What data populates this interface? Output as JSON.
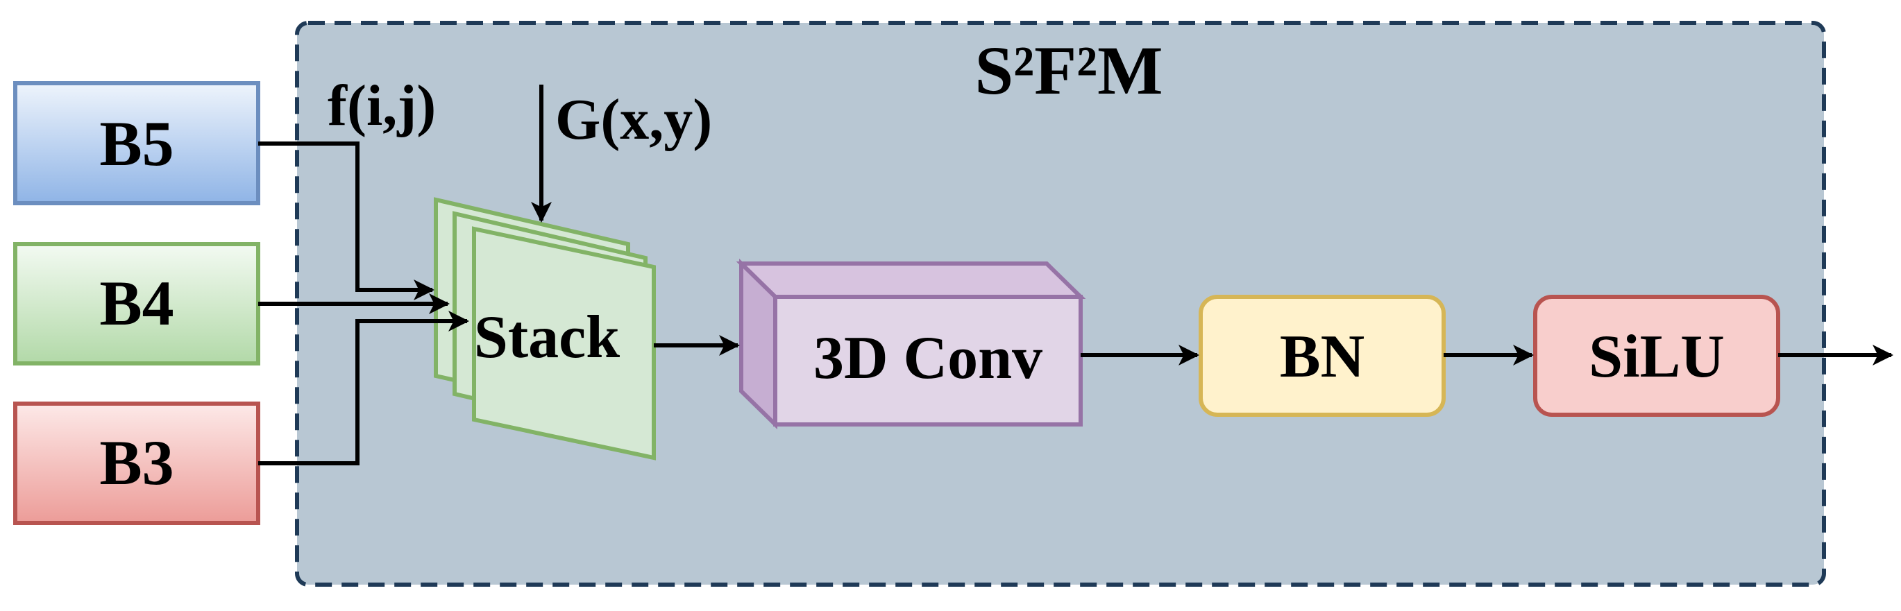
{
  "module": {
    "title": "S²F²M"
  },
  "inputs": [
    {
      "label": "B5"
    },
    {
      "label": "B4"
    },
    {
      "label": "B3"
    }
  ],
  "annotations": {
    "f": "f(i,j)",
    "g": "G(x,y)"
  },
  "blocks": {
    "stack": "Stack",
    "conv": "3D Conv",
    "bn": "BN",
    "silu": "SiLU"
  },
  "colors": {
    "module_fill": "#b8c7d3",
    "module_border": "#1f3a57",
    "b5_fill": "#a9c8ee",
    "b5_border": "#6c8ebf",
    "b4_fill": "#d5e8d4",
    "b4_border": "#82b366",
    "b3_fill": "#f4b6b3",
    "b3_border": "#b85450",
    "stack_fill": "#d5e8d4",
    "stack_border": "#82b366",
    "conv_fill": "#e1d5e7",
    "conv_border": "#9673a6",
    "bn_fill": "#fff2cc",
    "bn_border": "#d6b656",
    "silu_fill": "#f8cecc",
    "silu_border": "#b85450"
  }
}
